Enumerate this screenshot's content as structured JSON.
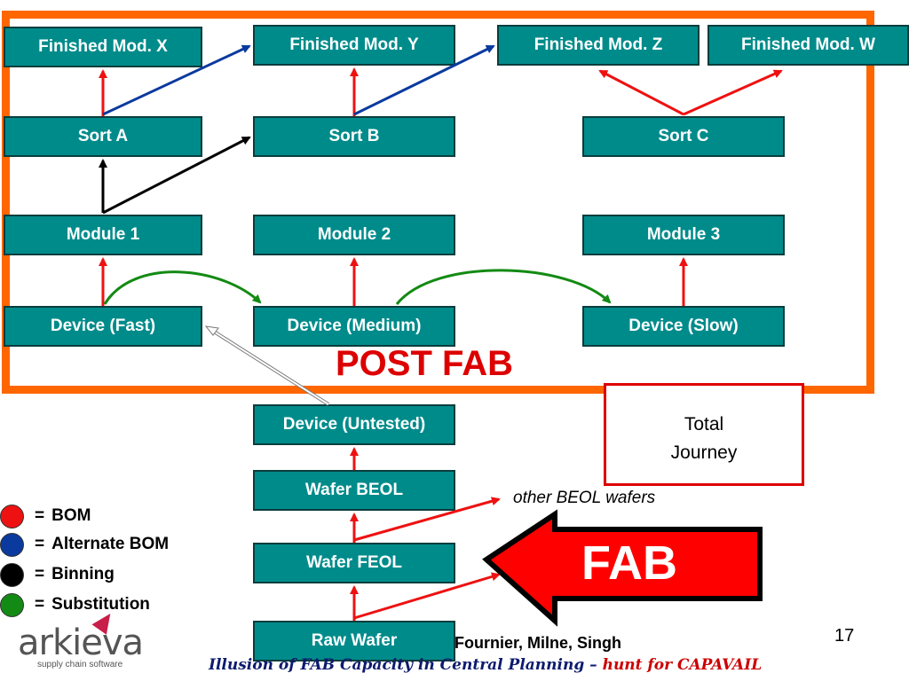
{
  "diagram": {
    "post_fab_label": "POST FAB",
    "boxes": {
      "finished_x": "Finished Mod. X",
      "finished_y": "Finished Mod. Y",
      "finished_z": "Finished Mod. Z",
      "finished_w": "Finished Mod. W",
      "sort_a": "Sort A",
      "sort_b": "Sort B",
      "sort_c": "Sort C",
      "module_1": "Module 1",
      "module_2": "Module 2",
      "module_3": "Module 3",
      "device_fast": "Device (Fast)",
      "device_medium": "Device (Medium)",
      "device_slow": "Device (Slow)",
      "device_untested": "Device (Untested)",
      "wafer_beol": "Wafer BEOL",
      "wafer_feol": "Wafer FEOL",
      "raw_wafer": "Raw Wafer"
    },
    "total_journey": [
      "Total",
      "Journey"
    ],
    "other_beol": "other BEOL wafers",
    "fab_label": "FAB"
  },
  "legend": [
    {
      "color": "#ee1111",
      "label": "BOM"
    },
    {
      "color": "#0a3a9e",
      "label": "Alternate BOM"
    },
    {
      "color": "#000000",
      "label": "Binning"
    },
    {
      "color": "#138a13",
      "label": "Substitution"
    }
  ],
  "legend_separator": "=",
  "colors": {
    "box_fill": "#008b8b",
    "frame": "#ff6600",
    "bom": "#ee1111",
    "alternate_bom": "#0a3a9e",
    "binning": "#000000",
    "substitution": "#138a13"
  },
  "footer": {
    "authors": "Fournier, Milne, Singh",
    "title_part": "Illusion of FAB Capacity in Central Planning –",
    "title_highlight": "hunt for CAPAVAIL",
    "page_number": "17",
    "logo_text": "arkieva",
    "logo_tagline": "supply chain software"
  }
}
